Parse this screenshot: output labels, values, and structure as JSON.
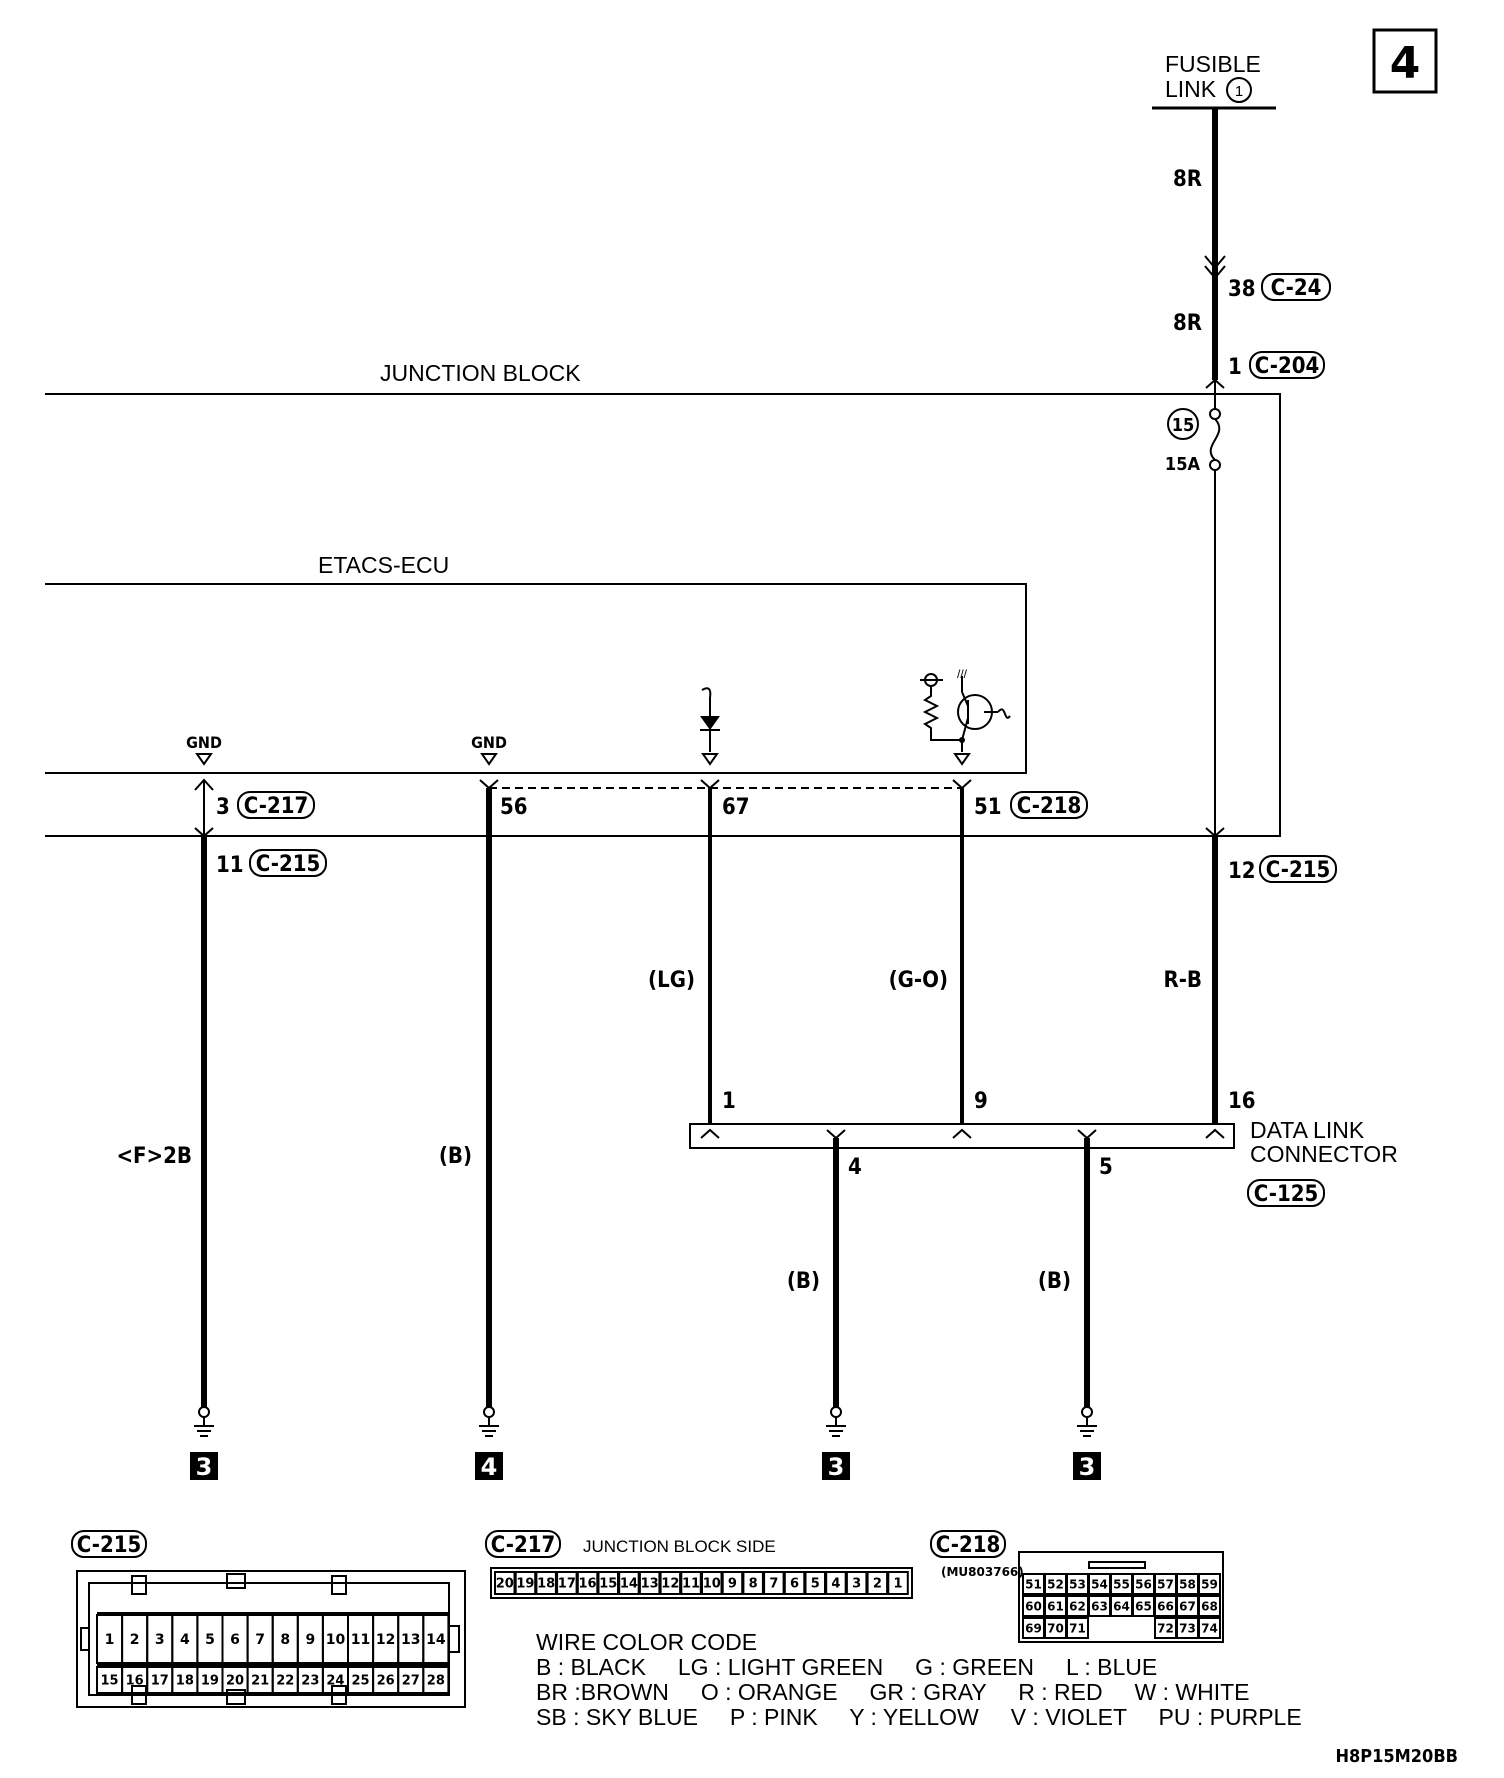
{
  "page_number": "4",
  "fusible_link": {
    "line1": "FUSIBLE",
    "line2": "LINK",
    "num": "1"
  },
  "wires": {
    "w_8r_top": "8R",
    "w_8r_mid": "8R",
    "w_lg": "(LG)",
    "w_go": "(G-O)",
    "w_rb": "R-B",
    "w_f2b": "<F>2B",
    "w_b_56": "(B)",
    "w_b_4": "(B)",
    "w_b_5": "(B)"
  },
  "blocks": {
    "junction_block": "JUNCTION BLOCK",
    "etacs_ecu": "ETACS-ECU",
    "dlc_line1": "DATA LINK",
    "dlc_line2": "CONNECTOR",
    "dlc_conn": "C-125"
  },
  "fuse": {
    "num": "15",
    "rating": "15A"
  },
  "terminals": {
    "c24_pin": "38",
    "c24": "C-24",
    "c204_pin": "1",
    "c204": "C-204",
    "gnd1": "GND",
    "gnd2": "GND",
    "c217_pin": "3",
    "c217": "C-217",
    "p56": "56",
    "p67": "67",
    "p51": "51",
    "c218": "C-218",
    "c215_pin11": "11",
    "c215_a": "C-215",
    "c215_pin12": "12",
    "c215_b": "C-215",
    "dlc1": "1",
    "dlc9": "9",
    "dlc16": "16",
    "dlc4": "4",
    "dlc5": "5"
  },
  "grounds": {
    "g1": "3",
    "g2": "4",
    "g3": "3",
    "g4": "3"
  },
  "connectors": {
    "c215_title": "C-215",
    "c215_row1": [
      "1",
      "2",
      "3",
      "4",
      "5",
      "6",
      "7",
      "8",
      "9",
      "10",
      "11",
      "12",
      "13",
      "14"
    ],
    "c215_row2": [
      "15",
      "16",
      "17",
      "18",
      "19",
      "20",
      "21",
      "22",
      "23",
      "24",
      "25",
      "26",
      "27",
      "28"
    ],
    "c217_title": "C-217",
    "c217_side": "JUNCTION BLOCK SIDE",
    "c217_pins": [
      "20",
      "19",
      "18",
      "17",
      "16",
      "15",
      "14",
      "13",
      "12",
      "11",
      "10",
      "9",
      "8",
      "7",
      "6",
      "5",
      "4",
      "3",
      "2",
      "1"
    ],
    "c218_title": "C-218",
    "c218_part": "(MU803766)",
    "c218_row1": [
      "51",
      "52",
      "53",
      "54",
      "55",
      "56",
      "57",
      "58",
      "59"
    ],
    "c218_row2": [
      "60",
      "61",
      "62",
      "63",
      "64",
      "65",
      "66",
      "67",
      "68"
    ],
    "c218_row3": [
      "69",
      "70",
      "71",
      "",
      "",
      "",
      "72",
      "73",
      "74"
    ]
  },
  "color_code": {
    "title": "WIRE COLOR CODE",
    "line1": "B : BLACK     LG : LIGHT GREEN     G : GREEN     L : BLUE",
    "line2": "BR :BROWN     O : ORANGE     GR : GRAY     R : RED     W : WHITE",
    "line3": "SB : SKY BLUE     P : PINK     Y : YELLOW     V : VIOLET     PU : PURPLE"
  },
  "diagram_code": "H8P15M20BB"
}
